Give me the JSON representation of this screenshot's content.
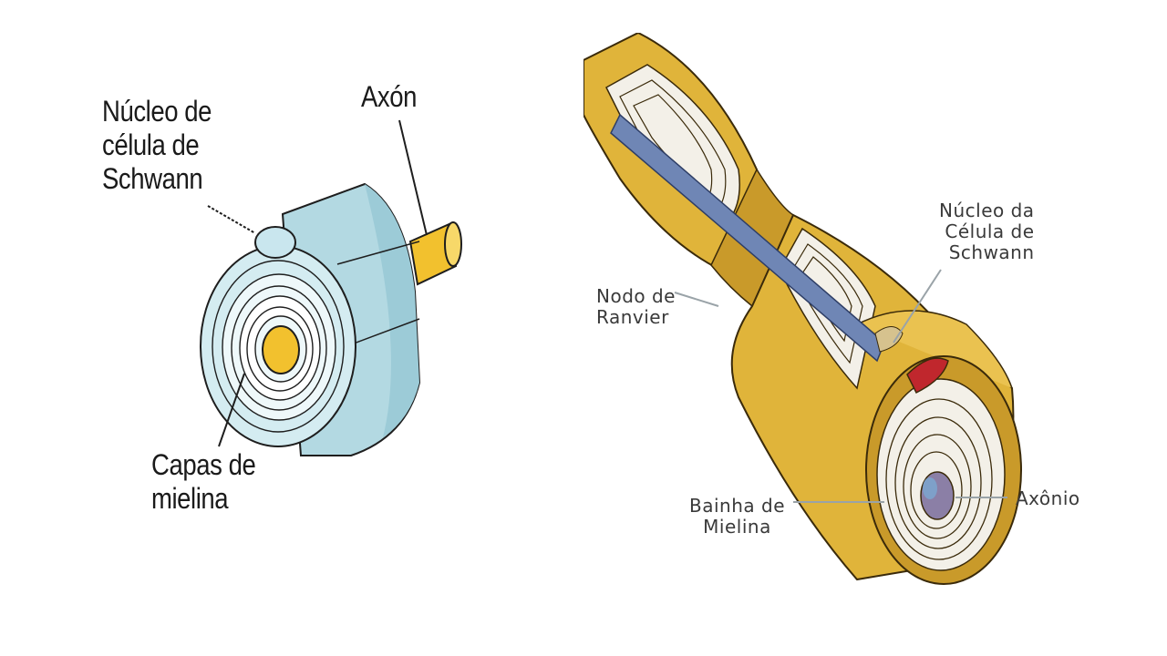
{
  "diagram_left": {
    "labels": {
      "schwann_nucleus": "Núcleo de\ncélula de\nSchwann",
      "axon": "Axón",
      "myelin_layers": "Capas de\nmielina"
    },
    "colors": {
      "sheath": "#c5e3ea",
      "sheath_dark": "#8fc1cf",
      "axon": "#f2c12e",
      "outline": "#1e1e1e"
    }
  },
  "diagram_right": {
    "labels": {
      "node_of_ranvier": "Nodo de\nRanvier",
      "schwann_nucleus": "Núcleo da\nCélula de\nSchwann",
      "myelin_sheath": "Bainha de\nMielina",
      "axon": "Axônio"
    },
    "colors": {
      "sheath": "#e0b43a",
      "sheath_dark": "#a87e1e",
      "axon": "#6f86b5",
      "nucleus": "#c0272d",
      "outline": "#3a2a0a"
    }
  }
}
